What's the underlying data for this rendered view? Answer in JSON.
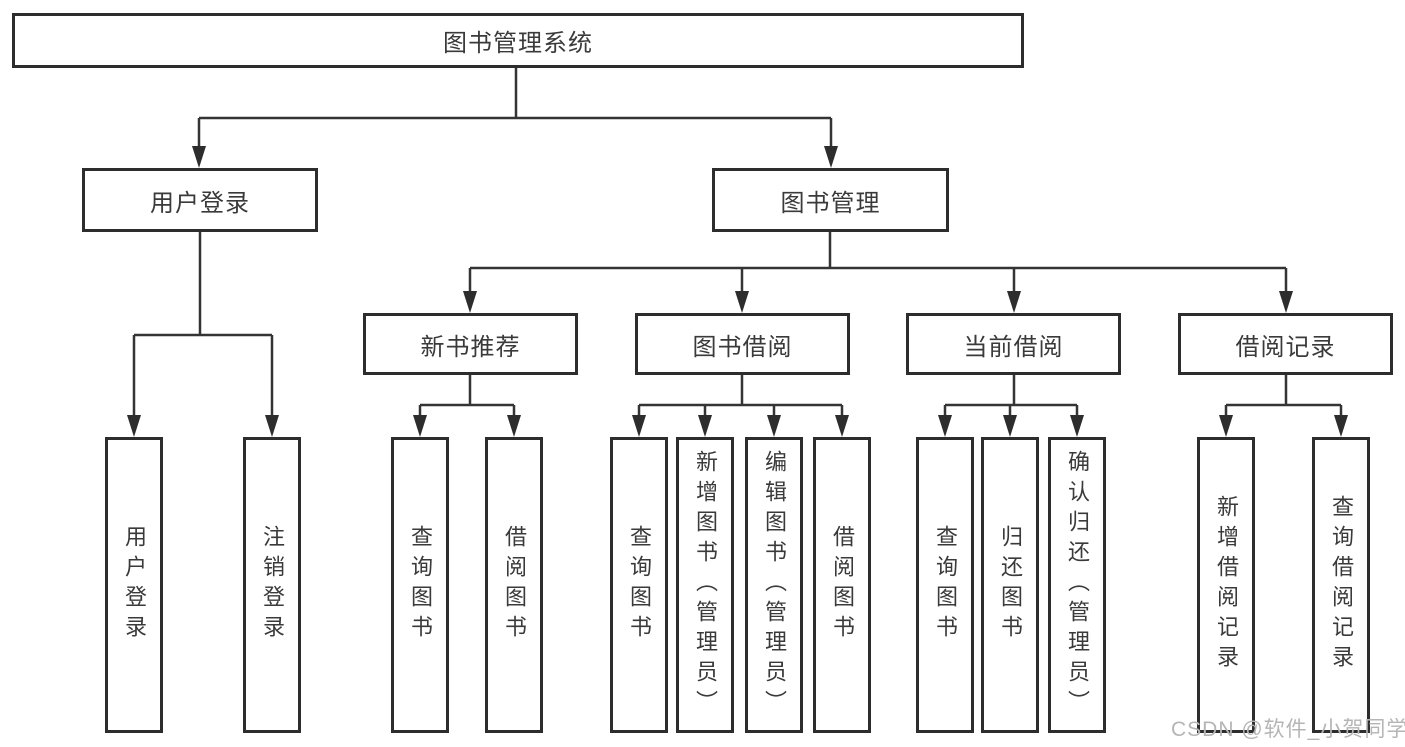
{
  "diagram": {
    "title": "图书管理系统",
    "type": "hierarchy",
    "colors": {
      "background": "#ffffff",
      "box_border": "#2d2d2d",
      "line": "#343434",
      "text": "#3a3a3a",
      "watermark": "#b5b5b5"
    }
  },
  "tree": {
    "label": "图书管理系统",
    "children": [
      {
        "label": "用户登录",
        "children": [
          {
            "label": "用户登录"
          },
          {
            "label": "注销登录"
          }
        ]
      },
      {
        "label": "图书管理",
        "children": [
          {
            "label": "新书推荐",
            "children": [
              {
                "label": "查询图书"
              },
              {
                "label": "借阅图书"
              }
            ]
          },
          {
            "label": "图书借阅",
            "children": [
              {
                "label": "查询图书"
              },
              {
                "label": "新增图书（管理员）"
              },
              {
                "label": "编辑图书（管理员）"
              },
              {
                "label": "借阅图书"
              }
            ]
          },
          {
            "label": "当前借阅",
            "children": [
              {
                "label": "查询图书"
              },
              {
                "label": "归还图书"
              },
              {
                "label": "确认归还（管理员）"
              }
            ]
          },
          {
            "label": "借阅记录",
            "children": [
              {
                "label": "新增借阅记录"
              },
              {
                "label": "查询借阅记录"
              }
            ]
          }
        ]
      }
    ]
  },
  "watermark": "CSDN @软件_小贺同学"
}
